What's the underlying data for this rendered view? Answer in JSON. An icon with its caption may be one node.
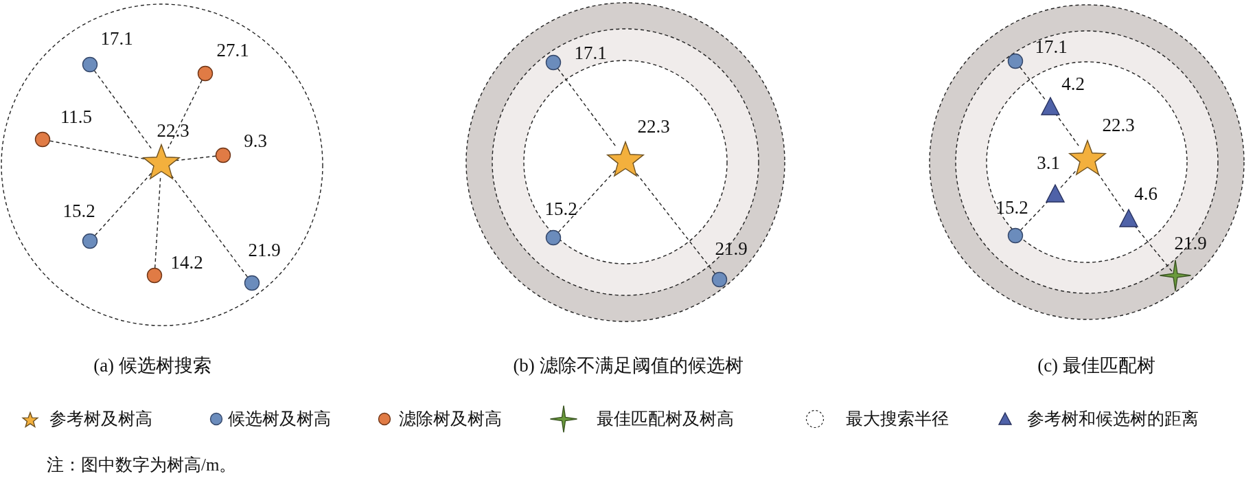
{
  "diagram": {
    "nodes": [
      {
        "text": [],
        "shape": "circle",
        "beside": [
          "(a) 候选树搜索"
        ]
      },
      {
        "text": [],
        "shape": "circle",
        "in": 0,
        "beside": [
          "17.1"
        ]
      },
      {
        "text": [],
        "shape": "circle",
        "in": 0,
        "beside": [
          "27.1"
        ]
      },
      {
        "text": [],
        "shape": "circle",
        "in": 0,
        "beside": [
          "11.5"
        ]
      },
      {
        "text": [],
        "shape": "star",
        "in": 0,
        "beside": [
          "22.3"
        ]
      },
      {
        "text": [],
        "shape": "circle",
        "in": 0,
        "beside": [
          "9.3"
        ]
      },
      {
        "text": [],
        "shape": "circle",
        "in": 0,
        "beside": [
          "15.2"
        ]
      },
      {
        "text": [],
        "shape": "circle",
        "in": 0,
        "beside": [
          "14.2"
        ]
      },
      {
        "text": [],
        "shape": "circle",
        "in": 0,
        "beside": [
          "21.9"
        ]
      },
      {
        "text": [],
        "shape": "circle",
        "beside": [
          "(b) 滤除不满足阈值的候选树"
        ]
      },
      {
        "text": [],
        "shape": "circle",
        "in": 9,
        "beside": [
          "17.1"
        ]
      },
      {
        "text": [],
        "shape": "star",
        "in": 9,
        "beside": [
          "22.3"
        ]
      },
      {
        "text": [],
        "shape": "circle",
        "in": 9,
        "beside": [
          "15.2"
        ]
      },
      {
        "text": [],
        "shape": "circle",
        "in": 9,
        "beside": [
          "21.9"
        ]
      },
      {
        "text": [],
        "shape": "circle",
        "beside": [
          "(c) 最佳匹配树"
        ]
      },
      {
        "text": [],
        "shape": "circle",
        "in": 14,
        "beside": [
          "17.1"
        ]
      },
      {
        "text": [],
        "shape": "triangle",
        "in": 14,
        "beside": [
          "4.2"
        ]
      },
      {
        "text": [],
        "shape": "star",
        "in": 14,
        "beside": [
          "22.3"
        ]
      },
      {
        "text": [],
        "shape": "triangle",
        "in": 14,
        "beside": [
          "3.1"
        ]
      },
      {
        "text": [],
        "shape": "circle",
        "in": 14,
        "beside": [
          "15.2"
        ]
      },
      {
        "text": [],
        "shape": "triangle",
        "in": 14,
        "beside": [
          "4.6"
        ]
      },
      {
        "text": [],
        "shape": "sparkle",
        "in": 14,
        "beside": [
          "21.9"
        ]
      }
    ],
    "edges": [
      {
        "from": 1,
        "to": 4,
        "arrow": "none"
      },
      {
        "from": 2,
        "to": 4,
        "arrow": "none"
      },
      {
        "from": 3,
        "to": 4,
        "arrow": "none"
      },
      {
        "from": 5,
        "to": 4,
        "arrow": "none"
      },
      {
        "from": 6,
        "to": 4,
        "arrow": "none"
      },
      {
        "from": 7,
        "to": 4,
        "arrow": "none"
      },
      {
        "from": 8,
        "to": 4,
        "arrow": "none"
      },
      {
        "from": 10,
        "to": 11,
        "arrow": "none"
      },
      {
        "from": 12,
        "to": 11,
        "arrow": "none"
      },
      {
        "from": 13,
        "to": 11,
        "arrow": "none"
      },
      {
        "from": 15,
        "to": 16,
        "arrow": "none"
      },
      {
        "from": 16,
        "to": 17,
        "arrow": "none"
      },
      {
        "from": 19,
        "to": 18,
        "arrow": "none"
      },
      {
        "from": 18,
        "to": 17,
        "arrow": "none"
      },
      {
        "from": 21,
        "to": 20,
        "arrow": "none"
      },
      {
        "from": 20,
        "to": 17,
        "arrow": "none"
      }
    ],
    "labels": [
      "注：图中数字为树高/m。"
    ],
    "legend": [
      {
        "text": "参考树及树高"
      },
      {
        "text": "候选树及树高"
      },
      {
        "text": "滤除树及树高"
      },
      {
        "text": "最佳匹配树及树高"
      },
      {
        "text": "最大搜索半径"
      },
      {
        "text": "参考树和候选树的距离"
      }
    ]
  }
}
